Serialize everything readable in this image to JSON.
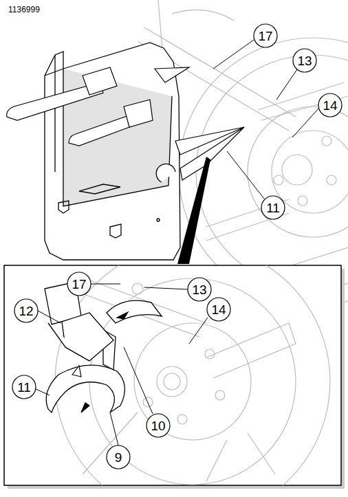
{
  "diagram": {
    "labels": [
      "1136999",
      "17",
      "13",
      "14",
      "11",
      "17",
      "13",
      "12",
      "14",
      "11",
      "10",
      "9"
    ]
  }
}
